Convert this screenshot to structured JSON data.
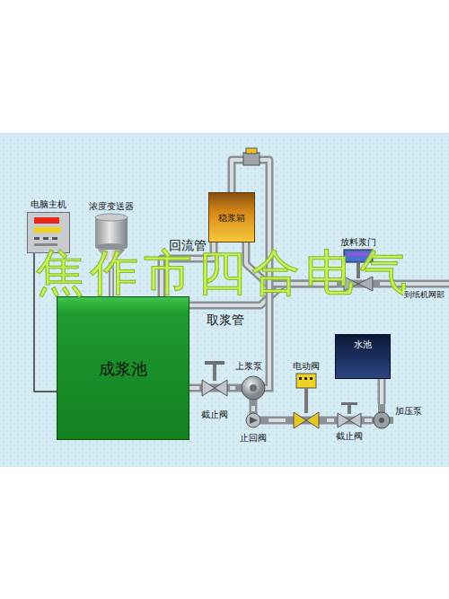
{
  "diagram": {
    "nodes": [
      {
        "text": [
          "电脑主机"
        ]
      },
      {
        "text": [
          "浓度变送器"
        ]
      },
      {
        "text": [
          "稳浆箱"
        ]
      },
      {
        "text": [
          "放料浆门"
        ]
      },
      {
        "text": [
          "成浆池"
        ]
      },
      {
        "text": [
          "上浆泵"
        ]
      },
      {
        "text": [
          "电动阀"
        ]
      },
      {
        "text": [
          "水池"
        ]
      },
      {
        "text": [
          "截止阀"
        ]
      },
      {
        "text": [
          "止回阀"
        ]
      },
      {
        "text": [
          "截止阀"
        ]
      },
      {
        "text": [
          "加压泵"
        ]
      }
    ],
    "edges": [
      {
        "from": 0,
        "to": 4,
        "arrow": "none"
      },
      {
        "from": 1,
        "to": 4,
        "arrow": "none"
      },
      {
        "from": 2,
        "to": 4,
        "label": "回流管",
        "arrow": "none"
      },
      {
        "from": 4,
        "to": 3,
        "label": "取浆管",
        "arrow": "none"
      },
      {
        "from": 2,
        "to": 3,
        "arrow": "none"
      },
      {
        "from": 4,
        "to": 8,
        "arrow": "none"
      },
      {
        "from": 8,
        "to": 5,
        "arrow": "none"
      },
      {
        "from": 5,
        "to": 2,
        "arrow": "none"
      },
      {
        "from": 5,
        "to": 9,
        "arrow": "none"
      },
      {
        "from": 9,
        "to": 6,
        "arrow": "none"
      },
      {
        "from": 6,
        "to": 10,
        "arrow": "none"
      },
      {
        "from": 10,
        "to": 11,
        "arrow": "none"
      },
      {
        "from": 11,
        "to": 7,
        "arrow": "none"
      }
    ],
    "labels": [
      "焦作市四合电气",
      "到纸机网部"
    ]
  }
}
